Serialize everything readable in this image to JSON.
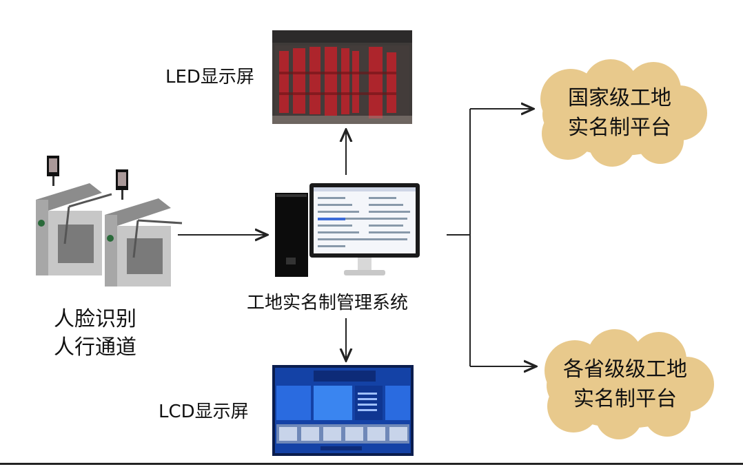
{
  "nodes": {
    "led": {
      "label": "LED显示屏"
    },
    "gate": {
      "line1": "人脸识别",
      "line2": "人行通道"
    },
    "system": {
      "label": "工地实名制管理系统"
    },
    "lcd": {
      "label": "LCD显示屏"
    },
    "national": {
      "line1": "国家级工地",
      "line2": "实名制平台"
    },
    "provincial": {
      "line1": "各省级级工地",
      "line2": "实名制平台"
    }
  },
  "colors": {
    "cloud": "#e8c98c",
    "arrow": "#222222",
    "led_bg": "#3a3a3a",
    "led_text": "#c0222a",
    "lcd_bg": "#1e54c8"
  }
}
